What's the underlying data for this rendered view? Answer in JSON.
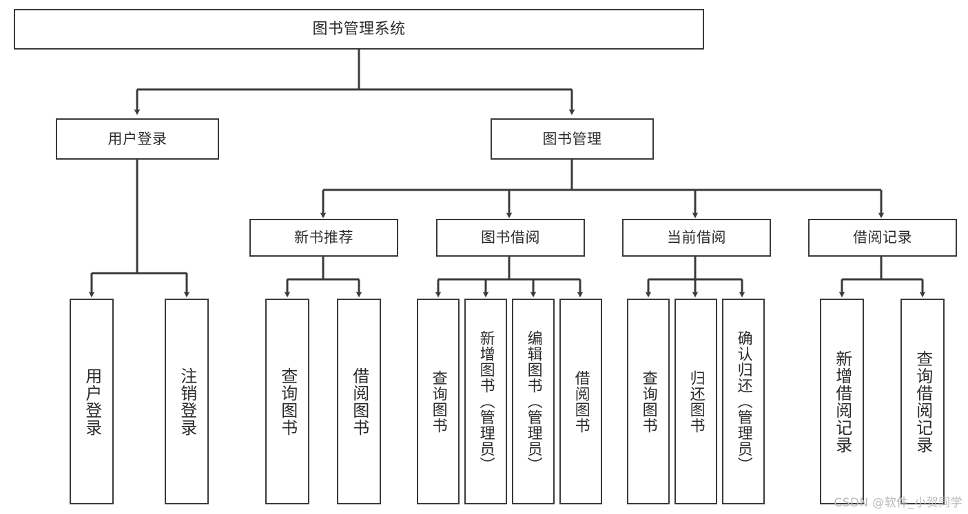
{
  "diagram": {
    "title": "图书管理系统",
    "type": "tree",
    "orientation": "top-down",
    "colors": {
      "box_border": "#3a3a3a",
      "box_fill": "#ffffff",
      "edge": "#3a3a3a",
      "text": "#2b2b2b",
      "watermark": "#b9b9b9",
      "background": "#ffffff"
    }
  },
  "nodes": {
    "root": {
      "label": "图书管理系统"
    },
    "level1": [
      {
        "id": "user-login",
        "label": "用户登录"
      },
      {
        "id": "book-management",
        "label": "图书管理"
      }
    ],
    "level2": [
      {
        "id": "new-book-recommend",
        "label": "新书推荐"
      },
      {
        "id": "book-borrow",
        "label": "图书借阅"
      },
      {
        "id": "current-borrow",
        "label": "当前借阅"
      },
      {
        "id": "borrow-record",
        "label": "借阅记录"
      }
    ],
    "leaves": {
      "user-login": [
        {
          "id": "leaf-user-login",
          "label": "用户登录"
        },
        {
          "id": "leaf-user-logout",
          "label": "注销登录"
        }
      ],
      "new-book-recommend": [
        {
          "id": "leaf-query-book-1",
          "label": "查询图书"
        },
        {
          "id": "leaf-borrow-book-1",
          "label": "借阅图书"
        }
      ],
      "book-borrow": [
        {
          "id": "leaf-query-book-2",
          "label": "查询图书"
        },
        {
          "id": "leaf-add-book",
          "label": "新增图书（管理员）"
        },
        {
          "id": "leaf-edit-book",
          "label": "编辑图书（管理员）"
        },
        {
          "id": "leaf-borrow-book-2",
          "label": "借阅图书"
        }
      ],
      "current-borrow": [
        {
          "id": "leaf-query-book-3",
          "label": "查询图书"
        },
        {
          "id": "leaf-return-book",
          "label": "归还图书"
        },
        {
          "id": "leaf-confirm-return",
          "label": "确认归还（管理员）"
        }
      ],
      "borrow-record": [
        {
          "id": "leaf-add-record",
          "label": "新增借阅记录"
        },
        {
          "id": "leaf-query-record",
          "label": "查询借阅记录"
        }
      ]
    }
  },
  "watermark": {
    "text": "CSDN @软件_小贺同学"
  }
}
